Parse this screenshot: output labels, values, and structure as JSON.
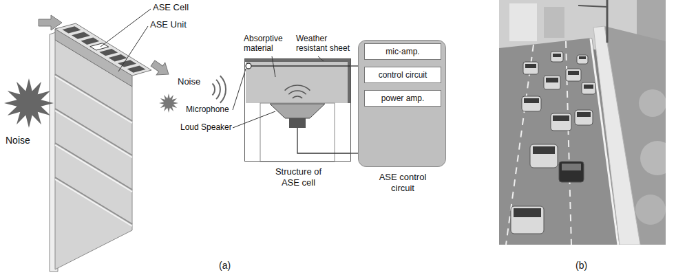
{
  "diagram": {
    "nodes": [
      {
        "text": [
          "Structure of ASE cell"
        ]
      },
      {
        "text": [
          "ASE control circuit"
        ]
      },
      {
        "text": [
          "mic-amp."
        ],
        "in": 1
      },
      {
        "text": [
          "control circuit"
        ],
        "in": 1
      },
      {
        "text": [
          "power amp."
        ],
        "in": 1
      }
    ],
    "edges": [
      {
        "from": 0,
        "to": 1,
        "arrow": "none"
      },
      {
        "from": 0,
        "to": 1,
        "arrow": "none"
      }
    ],
    "labels": [
      "ASE Cell",
      "ASE Unit",
      "Noise",
      "Noise",
      "Absorptive material",
      "Weather resistant sheet",
      "Microphone",
      "Loud Speaker",
      "(a)",
      "(b)"
    ]
  }
}
